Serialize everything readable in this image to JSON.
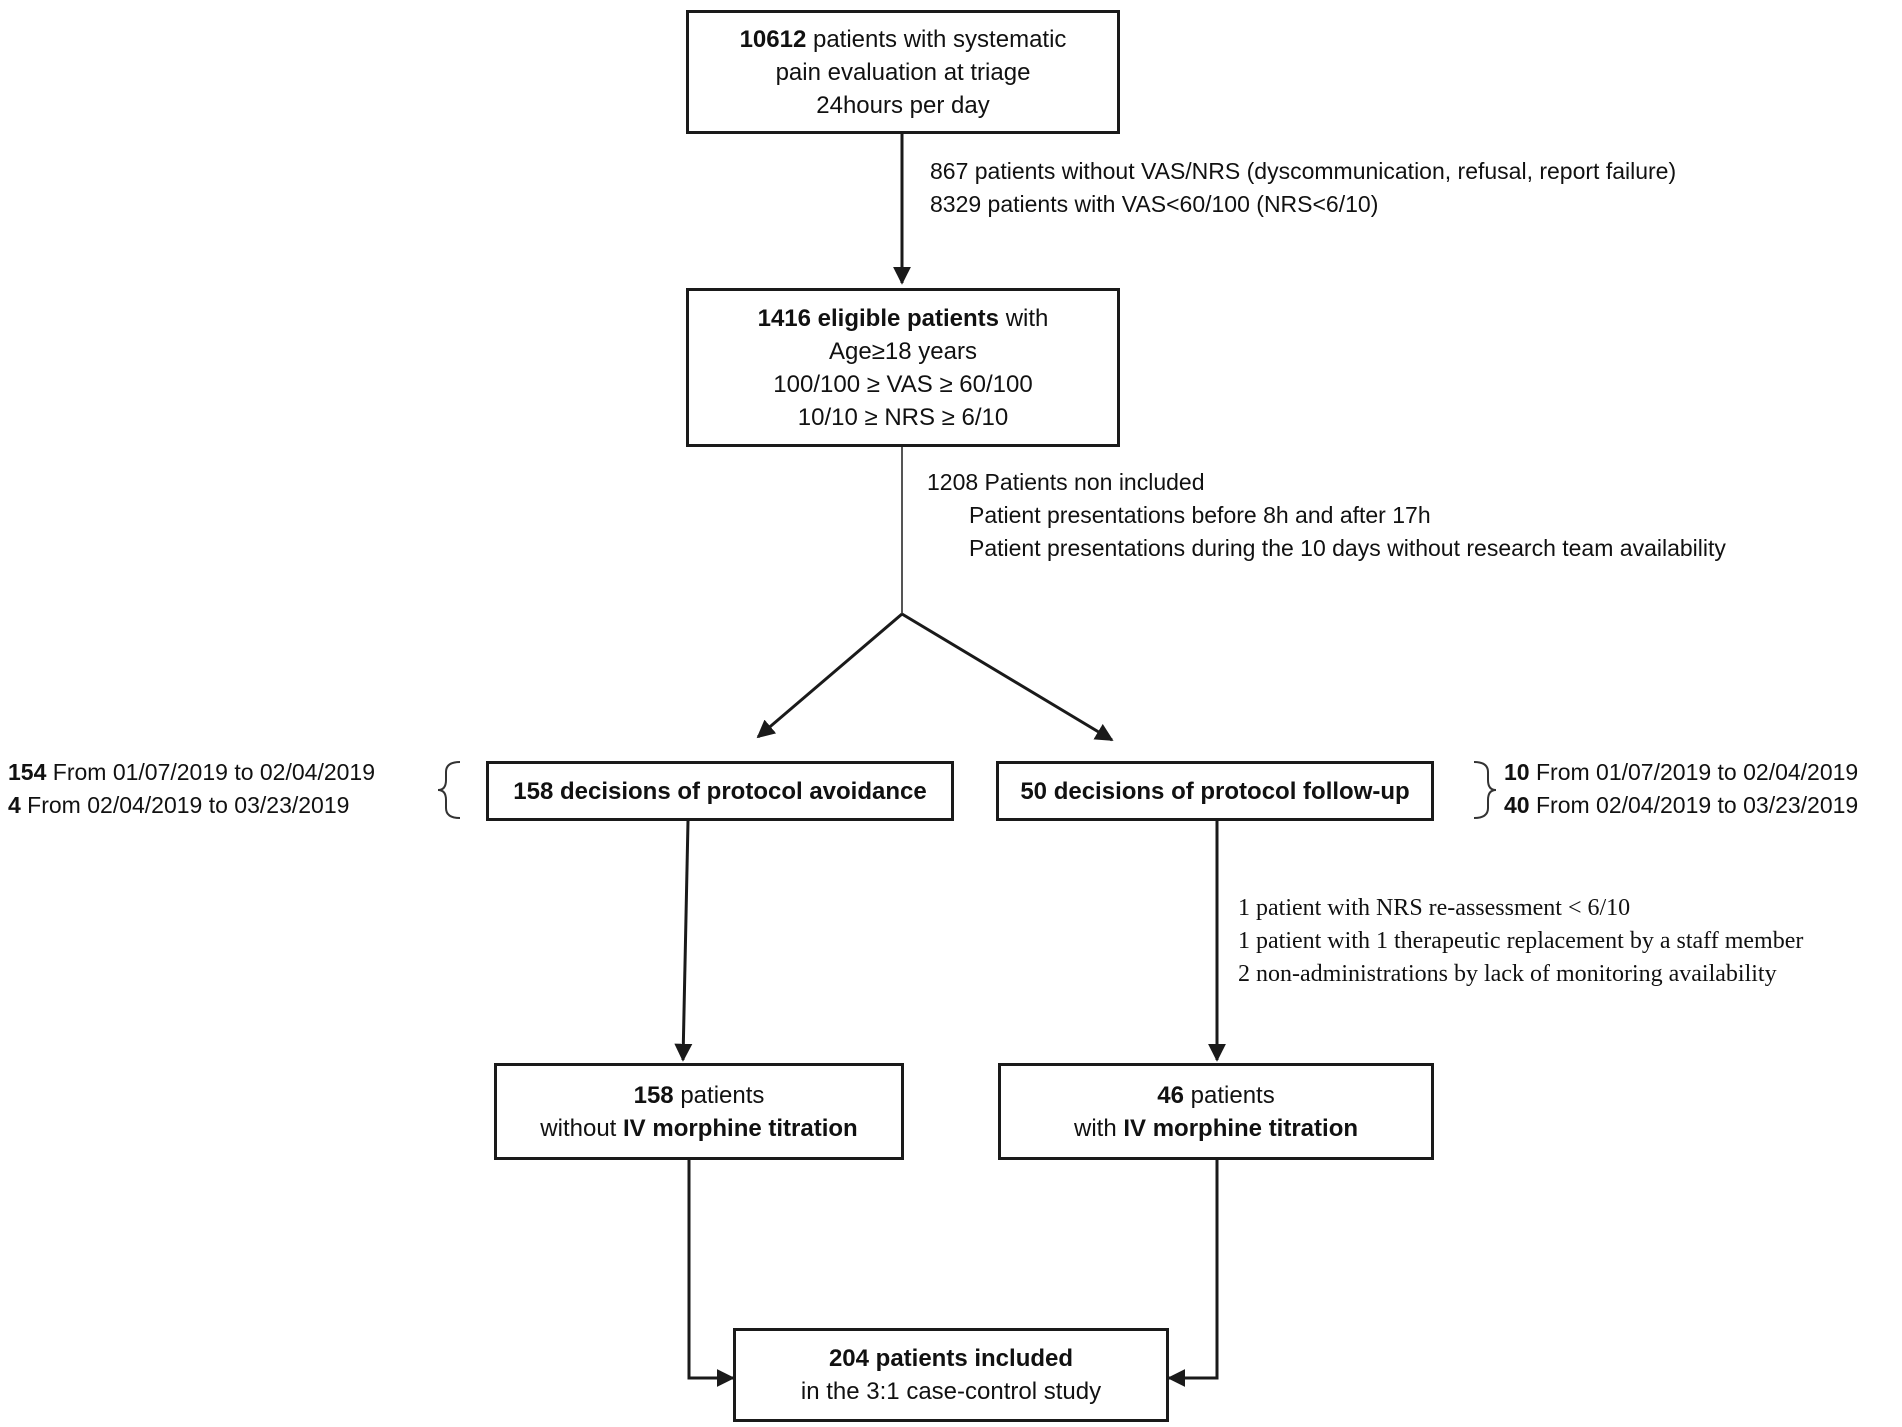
{
  "colors": {
    "line": "#1a1a1a",
    "text": "#111111",
    "background": "#ffffff"
  },
  "boxes": {
    "screened": {
      "count": "10612",
      "line1_rest": " patients with systematic",
      "line2": "pain evaluation at triage",
      "line3": "24hours per day"
    },
    "eligible": {
      "line1_bold": "1416 eligible patients",
      "line1_rest": " with",
      "line2": "Age≥18 years",
      "line3": "100/100 ≥ VAS ≥ 60/100",
      "line4": "10/10 ≥ NRS ≥ 6/10"
    },
    "avoidance": {
      "label": "158 decisions of protocol avoidance"
    },
    "followup": {
      "label": "50 decisions of protocol follow-up"
    },
    "without_titration": {
      "count": "158",
      "line1_rest": " patients",
      "line2_pre": "without ",
      "line2_bold": "IV morphine titration"
    },
    "with_titration": {
      "count": "46",
      "line1_rest": " patients",
      "line2_pre": "with ",
      "line2_bold": "IV morphine titration"
    },
    "included": {
      "line1": "204 patients included",
      "line2": "in the 3:1 case-control study"
    }
  },
  "notes": {
    "exclusion1": {
      "line1": "867 patients without VAS/NRS (dyscommunication, refusal, report failure)",
      "line2": "8329 patients with VAS<60/100 (NRS<6/10)"
    },
    "exclusion2": {
      "line1": "1208 Patients non included",
      "line2": "Patient presentations before 8h and after 17h",
      "line3": "Patient presentations during the 10 days without research team availability"
    },
    "avoidance_periods": {
      "row1_count": "154",
      "row1_text": " From 01/07/2019 to 02/04/2019",
      "row2_count": "4",
      "row2_text": " From 02/04/2019 to 03/23/2019"
    },
    "followup_periods": {
      "row1_count": "10",
      "row1_text": " From 01/07/2019 to 02/04/2019",
      "row2_count": "40",
      "row2_text": " From 02/04/2019 to 03/23/2019"
    },
    "followup_exclusions": {
      "line1": "1 patient with NRS re-assessment < 6/10",
      "line2": "1 patient with 1 therapeutic replacement by a staff member",
      "line3": "2 non-administrations by lack of monitoring availability"
    }
  }
}
